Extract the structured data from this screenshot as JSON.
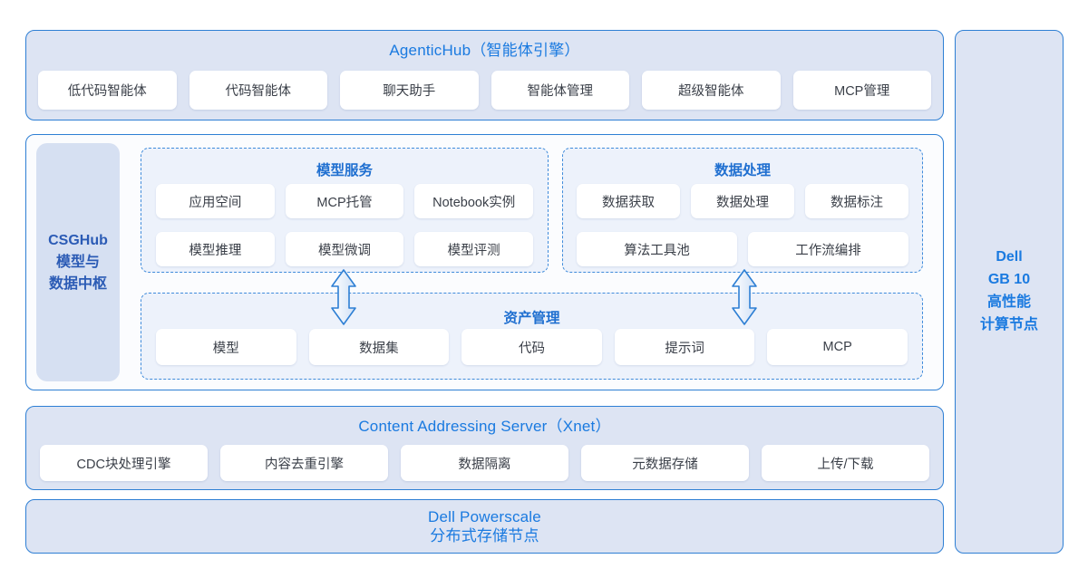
{
  "colors": {
    "panel_fill": "#dde4f3",
    "panel_border": "#2e7fd4",
    "container_fill": "#fbfcfe",
    "dash_fill": "#edf2fb",
    "dash_border": "#3f8bdb",
    "title_blue": "#1a7ae0",
    "section_blue": "#1f6fd0",
    "label_blue": "#2b5bb5",
    "chip_text": "#3a3f48",
    "chip_fill": "#ffffff"
  },
  "agentic_hub": {
    "title": "AgenticHub（智能体引擎）",
    "items": [
      "低代码智能体",
      "代码智能体",
      "聊天助手",
      "智能体管理",
      "超级智能体",
      "MCP管理"
    ]
  },
  "csghub": {
    "label_lines": [
      "CSGHub",
      "模型与",
      "数据中枢"
    ],
    "model_services": {
      "title": "模型服务",
      "row1": [
        "应用空间",
        "MCP托管",
        "Notebook实例"
      ],
      "row2": [
        "模型推理",
        "模型微调",
        "模型评测"
      ]
    },
    "data_processing": {
      "title": "数据处理",
      "row1": [
        "数据获取",
        "数据处理",
        "数据标注"
      ],
      "row2": [
        "算法工具池",
        "工作流编排"
      ]
    },
    "asset_management": {
      "title": "资产管理",
      "items": [
        "模型",
        "数据集",
        "代码",
        "提示词",
        "MCP"
      ]
    }
  },
  "content_addressing_server": {
    "title": "Content Addressing Server（Xnet）",
    "items": [
      "CDC块处理引擎",
      "内容去重引擎",
      "数据隔离",
      "元数据存储",
      "上传/下载"
    ]
  },
  "powerscale": {
    "line1": "Dell Powerscale",
    "line2": "分布式存储节点"
  },
  "compute_node": {
    "lines": [
      "Dell",
      "GB 10",
      "高性能",
      "计算节点"
    ]
  }
}
